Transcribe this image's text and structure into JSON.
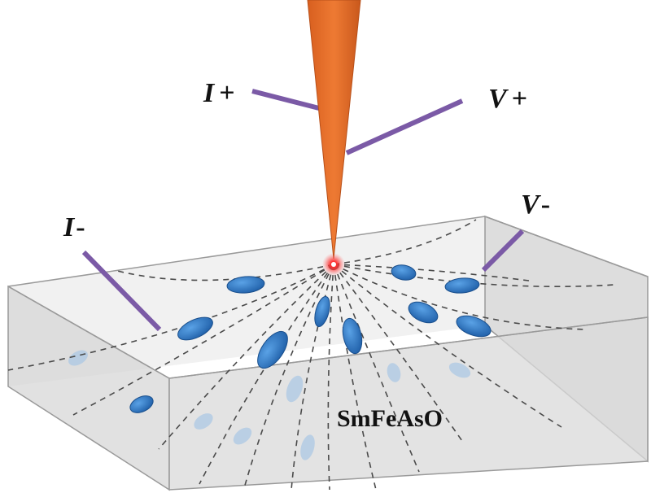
{
  "labels": {
    "i_plus": "I",
    "i_plus_sign": "+",
    "v_plus": "V",
    "v_plus_sign": "+",
    "i_minus": "I",
    "i_minus_sign": "-",
    "v_minus": "V",
    "v_minus_sign": "-",
    "sample": "SmFeAsO"
  },
  "colors": {
    "tip": "#e8702a",
    "tip_dark": "#c45a1c",
    "lead": "#7b5aa6",
    "ellipse": "#2f78c6",
    "ellipse_faded": "#a8c6e4",
    "box_face": "#d6d6d6",
    "box_edge": "#9a9a9a",
    "field_line": "#444444",
    "hotspot": "#ff2020"
  }
}
